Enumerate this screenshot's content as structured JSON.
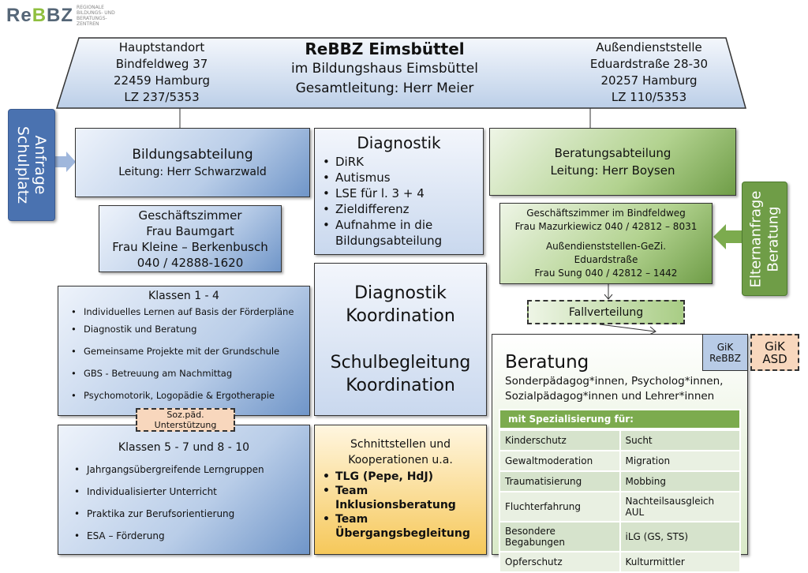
{
  "logo": {
    "text": "ReBBZ",
    "tagline": "REGIONALE BILDUNGS- UND BERATUNGS- ZENTREN"
  },
  "header": {
    "left": [
      "Hauptstandort",
      "Bindfeldweg 37",
      "22459 Hamburg",
      "LZ 237/5353"
    ],
    "title": "ReBBZ Eimsbüttel",
    "center": [
      "im Bildungshaus Eimsbüttel",
      "Gesamtleitung: Herr Meier"
    ],
    "right": [
      "Außendienststelle",
      "Eduardstraße 28-30",
      "20257 Hamburg",
      "LZ 110/5353"
    ]
  },
  "anfrage": [
    "Anfrage",
    "Schulplatz"
  ],
  "eltern": [
    "Elternanfrage",
    "Beratung"
  ],
  "bildung": {
    "title": "Bildungsabteilung",
    "lead": "Leitung: Herr Schwarzwald"
  },
  "gz_left": [
    "Geschäftszimmer",
    "Frau Baumgart",
    "Frau Kleine – Berkenbusch",
    "040 / 42888-1620"
  ],
  "diagnostik": {
    "title": "Diagnostik",
    "items": [
      "DiRK",
      "Autismus",
      "LSE für l. 3 + 4",
      "Zieldifferenz",
      "Aufnahme in die Bildungsabteilung"
    ]
  },
  "beratungsabt": {
    "title": "Beratungsabteilung",
    "lead": "Leitung: Herr Boysen"
  },
  "gz_right": {
    "l1": "Geschäftszimmer im Bindfeldweg",
    "l2": "Frau Mazurkiewicz 040 / 42812 – 8031",
    "l3": "Außendienststellen-GeZi.",
    "l4": "Eduardstraße",
    "l5": "Frau Sung 040 / 42812 – 1442"
  },
  "fallverteilung": "Fallverteilung",
  "klassen14": {
    "title": "Klassen 1 - 4",
    "items": [
      "Individuelles Lernen auf Basis der Förderpläne",
      "Diagnostik und Beratung",
      "Gemeinsame Projekte mit der Grundschule",
      "GBS - Betreuung am Nachmittag",
      "Psychomotorik, Logopädie & Ergotherapie"
    ]
  },
  "sozpaed": [
    "Soz.päd.",
    "Unterstützung"
  ],
  "koord": [
    "Diagnostik",
    "Koordination",
    "Schulbegleitung",
    "Koordination"
  ],
  "klassen510": {
    "title": "Klassen 5 - 7 und 8 - 10",
    "items": [
      "Jahrgangsübergreifende Lerngruppen",
      "Individualisierter Unterricht",
      "Praktika zur Berufsorientierung",
      "ESA – Förderung"
    ]
  },
  "schnitt": {
    "title": "Schnittstellen und Kooperationen u.a.",
    "items": [
      "TLG (Pepe, HdJ)",
      "Team Inklusionsberatung",
      "Team Übergangsbegleitung"
    ]
  },
  "beratung": {
    "title": "Beratung",
    "sub": "Sonderpädagog*innen, Psycholog*innen, Sozialpädagog*innen und Lehrer*innen",
    "spec_header": "mit Spezialisierung für:",
    "rows": [
      [
        "Kinderschutz",
        "Sucht"
      ],
      [
        "Gewaltmoderation",
        "Migration"
      ],
      [
        "Traumatisierung",
        "Mobbing"
      ],
      [
        "Fluchterfahrung",
        "Nachteilsausgleich AUL"
      ],
      [
        "Besondere Begabungen",
        "iLG (GS, STS)"
      ],
      [
        "Opferschutz",
        "Kulturmittler"
      ]
    ]
  },
  "gik_rebbz": [
    "GiK",
    "ReBBZ"
  ],
  "gik_asd": [
    "GiK",
    "ASD"
  ],
  "colors": {
    "blue": "#4a72b0",
    "green": "#6f9d47",
    "peach": "#f8d7bd",
    "yellow": "#f6c85a"
  }
}
